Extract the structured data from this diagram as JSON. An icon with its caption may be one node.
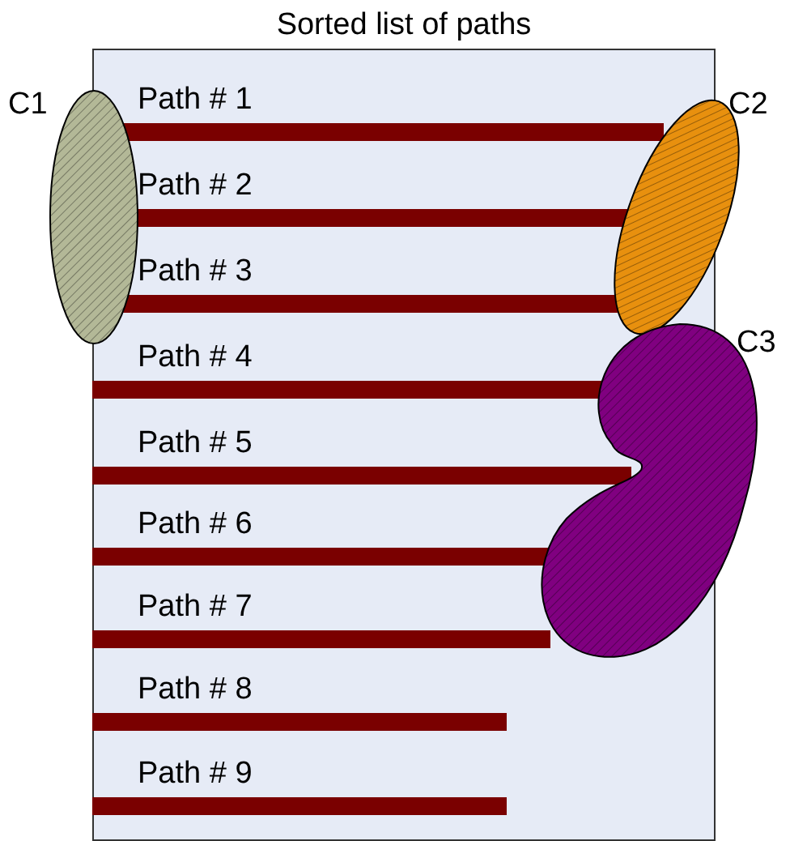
{
  "diagram": {
    "title": "Sorted list of paths",
    "nodes": [
      {
        "text": [],
        "shape": "box"
      },
      {
        "text": [
          "Path # 1"
        ],
        "in": 0
      },
      {
        "text": [
          "Path # 2"
        ],
        "in": 0
      },
      {
        "text": [
          "Path # 3"
        ],
        "in": 0
      },
      {
        "text": [
          "Path # 4"
        ],
        "in": 0
      },
      {
        "text": [
          "Path # 5"
        ],
        "in": 0
      },
      {
        "text": [
          "Path # 6"
        ],
        "in": 0
      },
      {
        "text": [
          "Path # 7"
        ],
        "in": 0
      },
      {
        "text": [
          "Path # 8"
        ],
        "in": 0
      },
      {
        "text": [
          "Path # 9"
        ],
        "in": 0
      },
      {
        "text": [],
        "shape": "ellipse",
        "beside": [
          "C1"
        ]
      },
      {
        "text": [],
        "shape": "ellipse",
        "beside": [
          "C2"
        ]
      },
      {
        "text": [],
        "shape": "blob",
        "beside": [
          "C3"
        ]
      }
    ]
  }
}
